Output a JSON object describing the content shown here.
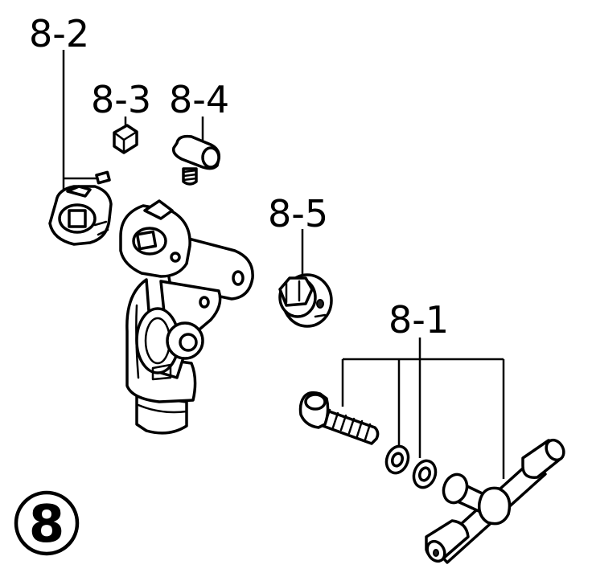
{
  "labels": {
    "p8_2": "8-2",
    "p8_3": "8-3",
    "p8_4": "8-4",
    "p8_5": "8-5",
    "p8_1": "8-1"
  },
  "badge": "8"
}
